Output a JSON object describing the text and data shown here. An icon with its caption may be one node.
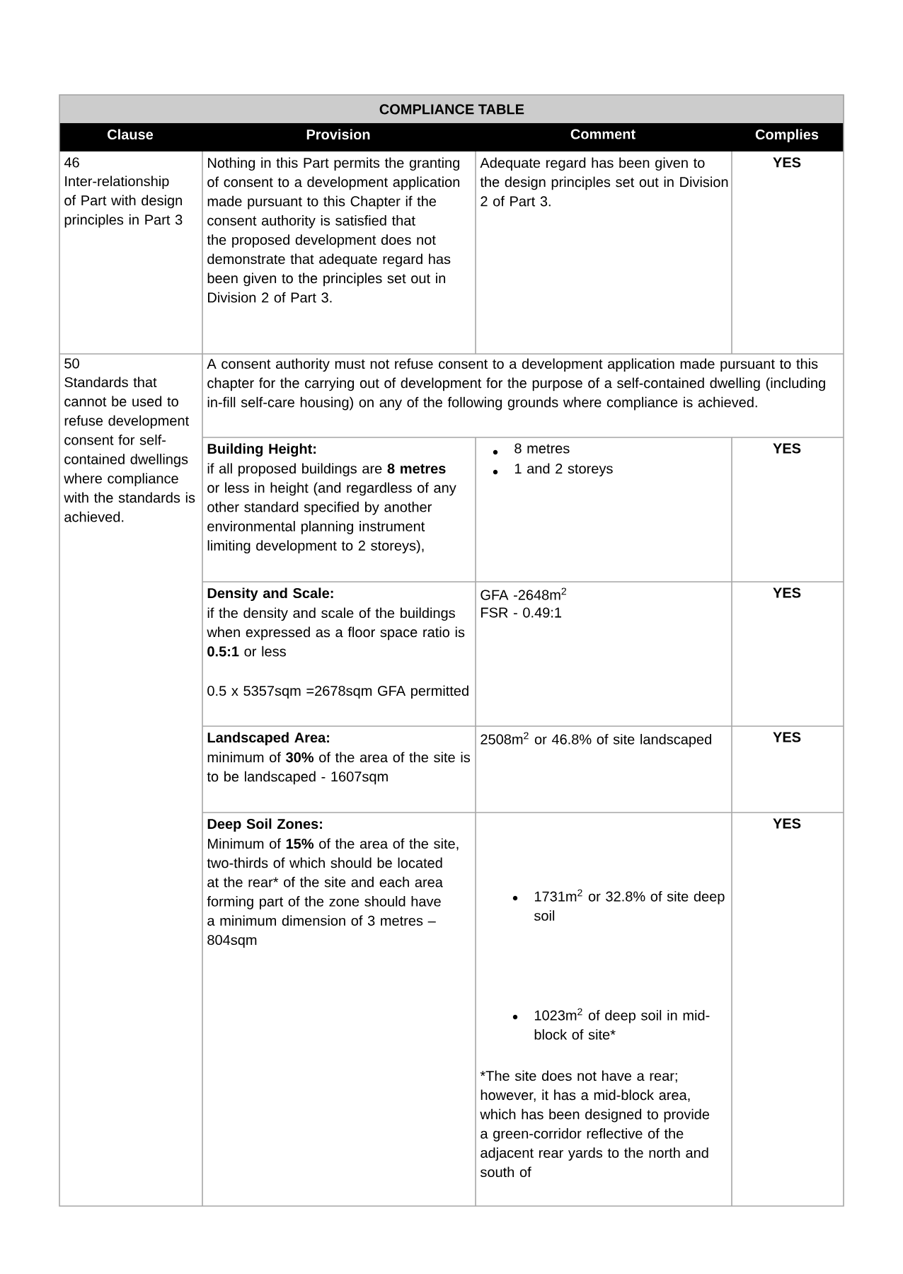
{
  "diagram": {
    "title": "COMPLIANCE TABLE",
    "labels": [
      "Clause",
      "Provision",
      "Comment",
      "Complies",
      "46",
      "Inter-relationship of Part with design principles in Part 3",
      "Nothing in this Part permits the granting of consent to a development application made pursuant to this Chapter if the consent authority is satisfied that the proposed development does not demonstrate that adequate regard has been given to the principles set out in Division 2 of Part 3.",
      "Adequate regard has been given to the design principles set out in Division 2 of Part 3.",
      "YES",
      "50",
      "Standards that cannot be used to refuse development consent for self-contained dwellings where compliance with the standards is achieved.",
      "A consent authority must not refuse consent to a development application made pursuant to this chapter for the carrying out of development for the purpose of a self-contained dwelling (including in-fill self-care housing) on any of the following grounds where compliance is achieved.",
      "Building Height:",
      "if all proposed buildings are **8 metres** or less in height (and regardless of any other standard specified by another environmental planning instrument limiting development to 2 storeys),",
      "8 metres",
      "1 and 2 storeys",
      "YES",
      "Density and Scale:",
      "if the density and scale of the buildings when expressed as a floor space ratio is **0.5:1** or less",
      "0.5 x 5357sqm =2678sqm GFA permitted",
      "GFA -2648m$^{2}$",
      "FSR - 0.49:1",
      "YES",
      "Landscaped Area:",
      "minimum of **30%** of the area of the site is to be landscaped - 1607sqm",
      "2508m$^{2}$ or 46.8% of site landscaped",
      "YES",
      "Deep Soil Zones:",
      "Minimum of **15%** of the area of the site, two-thirds of which should be located at the rear* of the site and each area forming part of the zone should have a minimum dimension of 3 metres – 804sqm",
      "1731m$^{2}$ or 32.8% of site deep soil",
      "1023m$^{2}$ of deep soil in mid-block of site*",
      "*The site does not have a rear; however, it has a mid-block area, which has been designed to provide a green-corridor reflective of the adjacent rear yards to the north and south of",
      "YES"
    ]
  }
}
